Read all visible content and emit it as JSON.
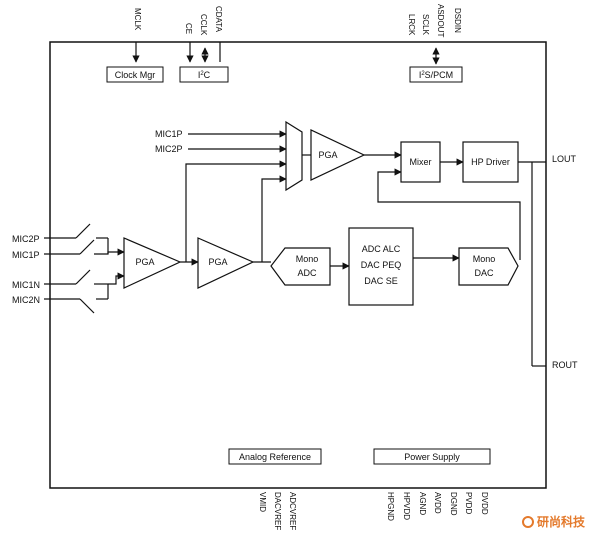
{
  "top_pins": {
    "mclk": "MCLK",
    "ce": "CE",
    "cclk": "CCLK",
    "cdata": "CDATA",
    "lrck": "LRCK",
    "sclk": "SCLK",
    "asdout": "ASDOUT",
    "dsdin": "DSDIN"
  },
  "blocks": {
    "clock_mgr": "Clock Mgr",
    "i2c_prefix": "I",
    "i2c_sup": "2",
    "i2c_suffix": "C",
    "i2s_prefix": "I",
    "i2s_sup": "2",
    "i2s_suffix": "S/PCM",
    "pga_top": "PGA",
    "mixer": "Mixer",
    "hp_driver": "HP Driver",
    "pga_left": "PGA",
    "pga_mid": "PGA",
    "mono_adc_line1": "Mono",
    "mono_adc_line2": "ADC",
    "dsp_line1": "ADC ALC",
    "dsp_line2": "DAC PEQ",
    "dsp_line3": "DAC SE",
    "mono_dac_line1": "Mono",
    "mono_dac_line2": "DAC",
    "analog_reference": "Analog Reference",
    "power_supply": "Power Supply"
  },
  "inputs": {
    "mic1p_top": "MIC1P",
    "mic2p_top": "MIC2P",
    "mic2p": "MIC2P",
    "mic1p": "MIC1P",
    "mic1n": "MIC1N",
    "mic2n": "MIC2N"
  },
  "outputs": {
    "lout": "LOUT",
    "rout": "ROUT"
  },
  "bottom_pins": {
    "vmid": "VMID",
    "dacvref": "DACVREF",
    "adcvref": "ADCVREF",
    "hpgnd": "HPGND",
    "hpvdd": "HPVDD",
    "agnd": "AGND",
    "avdd": "AVDD",
    "dgnd": "DGND",
    "pvdd": "PVDD",
    "dvdd": "DVDD"
  },
  "watermark": "研尚科技"
}
